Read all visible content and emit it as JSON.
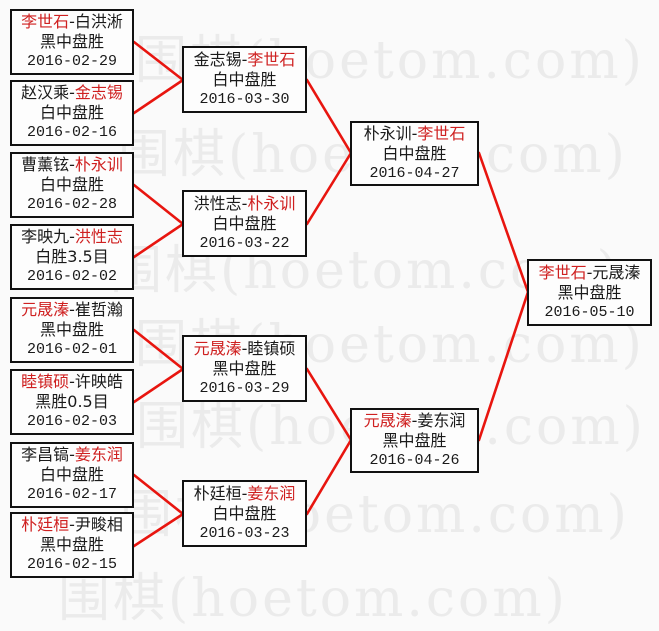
{
  "page": {
    "background": "#fafafa",
    "box_border_color": "#111111",
    "line_color": "#e8150f",
    "winner_color": "#cf2020",
    "loser_color": "#1a1a1a"
  },
  "separator": "-",
  "watermark": {
    "text": "围棋(hoetom.com)",
    "color": "#ebebeb"
  },
  "bracket": {
    "round1": [
      {
        "p1": "李世石",
        "p2": "白洪淅",
        "p1_color": "#cf2020",
        "p2_color": "#1a1a1a",
        "result": "黑中盘胜",
        "date": "2016-02-29"
      },
      {
        "p1": "赵汉乘",
        "p2": "金志锡",
        "p1_color": "#1a1a1a",
        "p2_color": "#cf2020",
        "result": "白中盘胜",
        "date": "2016-02-16"
      },
      {
        "p1": "曹薰铉",
        "p2": "朴永训",
        "p1_color": "#1a1a1a",
        "p2_color": "#cf2020",
        "result": "白中盘胜",
        "date": "2016-02-28"
      },
      {
        "p1": "李映九",
        "p2": "洪性志",
        "p1_color": "#1a1a1a",
        "p2_color": "#cf2020",
        "result": "白胜3.5目",
        "date": "2016-02-02"
      },
      {
        "p1": "元晟溱",
        "p2": "崔哲瀚",
        "p1_color": "#cf2020",
        "p2_color": "#1a1a1a",
        "result": "黑中盘胜",
        "date": "2016-02-01"
      },
      {
        "p1": "睦镇硕",
        "p2": "许映皓",
        "p1_color": "#cf2020",
        "p2_color": "#1a1a1a",
        "result": "黑胜0.5目",
        "date": "2016-02-03"
      },
      {
        "p1": "李昌镐",
        "p2": "姜东润",
        "p1_color": "#1a1a1a",
        "p2_color": "#cf2020",
        "result": "白中盘胜",
        "date": "2016-02-17"
      },
      {
        "p1": "朴廷桓",
        "p2": "尹畯相",
        "p1_color": "#cf2020",
        "p2_color": "#1a1a1a",
        "result": "黑中盘胜",
        "date": "2016-02-15"
      }
    ],
    "round2": [
      {
        "p1": "金志锡",
        "p2": "李世石",
        "p1_color": "#1a1a1a",
        "p2_color": "#cf2020",
        "result": "白中盘胜",
        "date": "2016-03-30"
      },
      {
        "p1": "洪性志",
        "p2": "朴永训",
        "p1_color": "#1a1a1a",
        "p2_color": "#cf2020",
        "result": "白中盘胜",
        "date": "2016-03-22"
      },
      {
        "p1": "元晟溱",
        "p2": "睦镇硕",
        "p1_color": "#cf2020",
        "p2_color": "#1a1a1a",
        "result": "黑中盘胜",
        "date": "2016-03-29"
      },
      {
        "p1": "朴廷桓",
        "p2": "姜东润",
        "p1_color": "#1a1a1a",
        "p2_color": "#cf2020",
        "result": "白中盘胜",
        "date": "2016-03-23"
      }
    ],
    "semifinals": [
      {
        "p1": "朴永训",
        "p2": "李世石",
        "p1_color": "#1a1a1a",
        "p2_color": "#cf2020",
        "result": "白中盘胜",
        "date": "2016-04-27"
      },
      {
        "p1": "元晟溱",
        "p2": "姜东润",
        "p1_color": "#cf2020",
        "p2_color": "#1a1a1a",
        "result": "黑中盘胜",
        "date": "2016-04-26"
      }
    ],
    "final": [
      {
        "p1": "李世石",
        "p2": "元晟溱",
        "p1_color": "#cf2020",
        "p2_color": "#1a1a1a",
        "result": "黑中盘胜",
        "date": "2016-05-10"
      }
    ]
  }
}
